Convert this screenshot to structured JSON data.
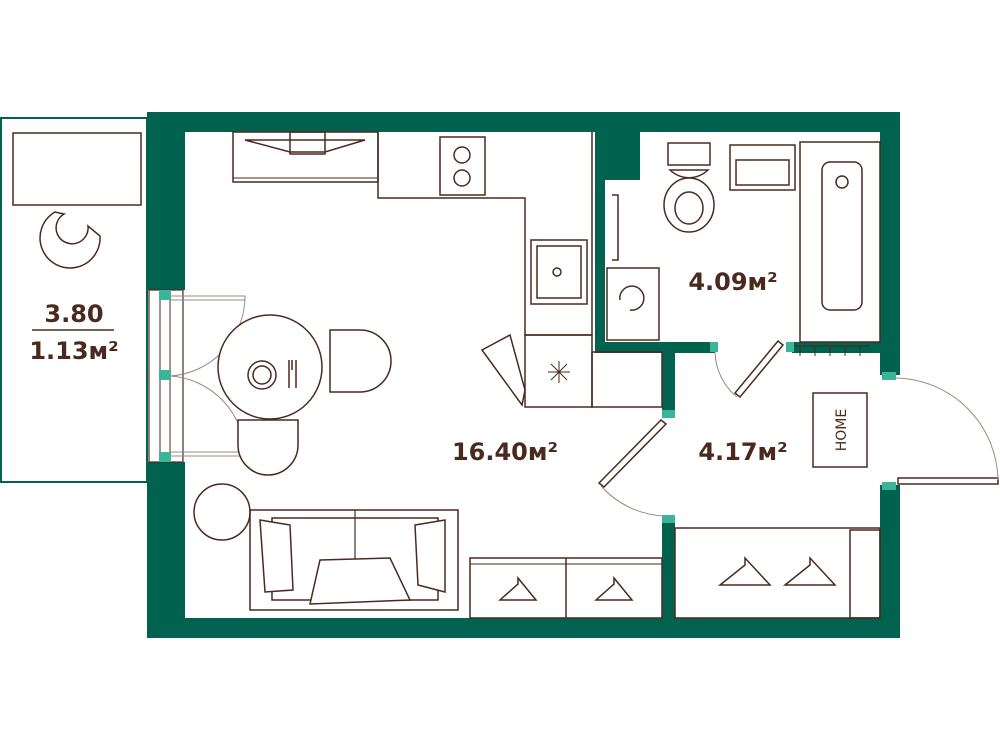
{
  "colors": {
    "wall": "#00624f",
    "accent": "#3ab59a",
    "line": "#4a2a1e"
  },
  "balcony": {
    "length": "3.80",
    "area": "1.13м²"
  },
  "rooms": {
    "living": {
      "area": "16.40м²"
    },
    "bathroom": {
      "area": "4.09м²"
    },
    "hallway": {
      "area": "4.17м²"
    }
  },
  "doormat": {
    "text": "HOME"
  }
}
